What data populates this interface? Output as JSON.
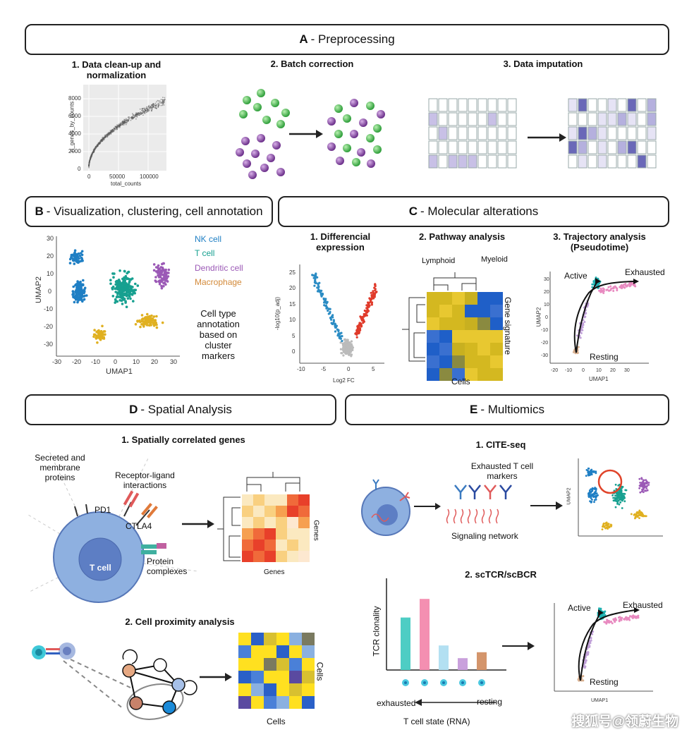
{
  "sections": {
    "A": {
      "letter": "A",
      "title": "- Preprocessing",
      "steps": [
        "1. Data clean-up and normalization",
        "2. Batch correction",
        "3. Data imputation"
      ],
      "scatter": {
        "xlabel": "total_counts",
        "ylabel": "n_genes_by_counts",
        "xticks": [
          "0",
          "50000",
          "100000"
        ],
        "yticks": [
          "0",
          "2000",
          "4000",
          "6000",
          "8000"
        ]
      }
    },
    "B": {
      "letter": "B",
      "title": "- Visualization, clustering, cell annotation",
      "legend": [
        "NK cell",
        "T cell",
        "Dendritic cell",
        "Macrophage"
      ],
      "legend_colors": [
        "#1f7fc4",
        "#17a090",
        "#9b59b6",
        "#d38a3a"
      ],
      "note": [
        "Cell type",
        "annotation",
        "based on",
        "cluster",
        "markers"
      ],
      "xlabel": "UMAP1",
      "ylabel": "UMAP2",
      "xticks": [
        "-30",
        "-20",
        "-10",
        "0",
        "10",
        "20",
        "30"
      ],
      "yticks": [
        "30",
        "20",
        "10",
        "0",
        "-10",
        "-20",
        "-30"
      ]
    },
    "C": {
      "letter": "C",
      "title": "- Molecular alterations",
      "steps": [
        "1. Differencial expression",
        "2. Pathway analysis",
        "3. Trajectory analysis (Pseudotime)"
      ],
      "volcano": {
        "xlabel": "Log2 FC",
        "ylabel": "-log10(p_adj)",
        "xticks": [
          "-10",
          "-5",
          "0",
          "5"
        ],
        "yticks": [
          "0",
          "5",
          "10",
          "15",
          "20",
          "25"
        ]
      },
      "pathway": {
        "top_left": "Lymphoid",
        "top_right": "Myeloid",
        "right": "Gene signature",
        "bottom": "Cells"
      },
      "trajectory": {
        "active": "Active",
        "exhausted": "Exhausted",
        "resting": "Resting",
        "xlabel": "UMAP1",
        "ylabel": "UMAP2",
        "xticks": [
          "-20",
          "-10",
          "0",
          "10",
          "20",
          "30"
        ],
        "yticks": [
          "30",
          "20",
          "10",
          "0",
          "-10",
          "-20",
          "-30"
        ]
      }
    },
    "D": {
      "letter": "D",
      "title": "- Spatial Analysis",
      "steps": [
        "1. Spatially correlated genes",
        "2. Cell proximity analysis"
      ],
      "labels": {
        "secreted": "Secreted and membrane proteins",
        "receptor": "Receptor-ligand interactions",
        "pd1": "PD1",
        "ctla4": "CTLA4",
        "protein": "Protein complexes",
        "tcell": "T cell",
        "genes_right": "Genes",
        "genes_bottom": "Genes",
        "cells_right": "Cells",
        "cells_bottom": "Cells"
      }
    },
    "E": {
      "letter": "E",
      "title": "- Multiomics",
      "steps": [
        "1. CITE-seq",
        "2. scTCR/scBCR"
      ],
      "labels": {
        "markers": "Exhausted T cell markers",
        "signaling": "Signaling network",
        "tcr": "TCR clonality",
        "exhausted": "exhausted",
        "resting": "resting",
        "state": "T cell state (RNA)",
        "active": "Active",
        "exhausted2": "Exhausted",
        "resting2": "Resting",
        "umap1": "UMAP1",
        "umap2": "UMAP2"
      },
      "bars": [
        {
          "value": 0.62,
          "color": "#4ecdc4"
        },
        {
          "value": 0.84,
          "color": "#f48fb1"
        },
        {
          "value": 0.29,
          "color": "#b3e0f2"
        },
        {
          "value": 0.14,
          "color": "#c9a0dc"
        },
        {
          "value": 0.21,
          "color": "#d4956b"
        }
      ]
    }
  },
  "watermark": "搜狐号@领蔚生物"
}
